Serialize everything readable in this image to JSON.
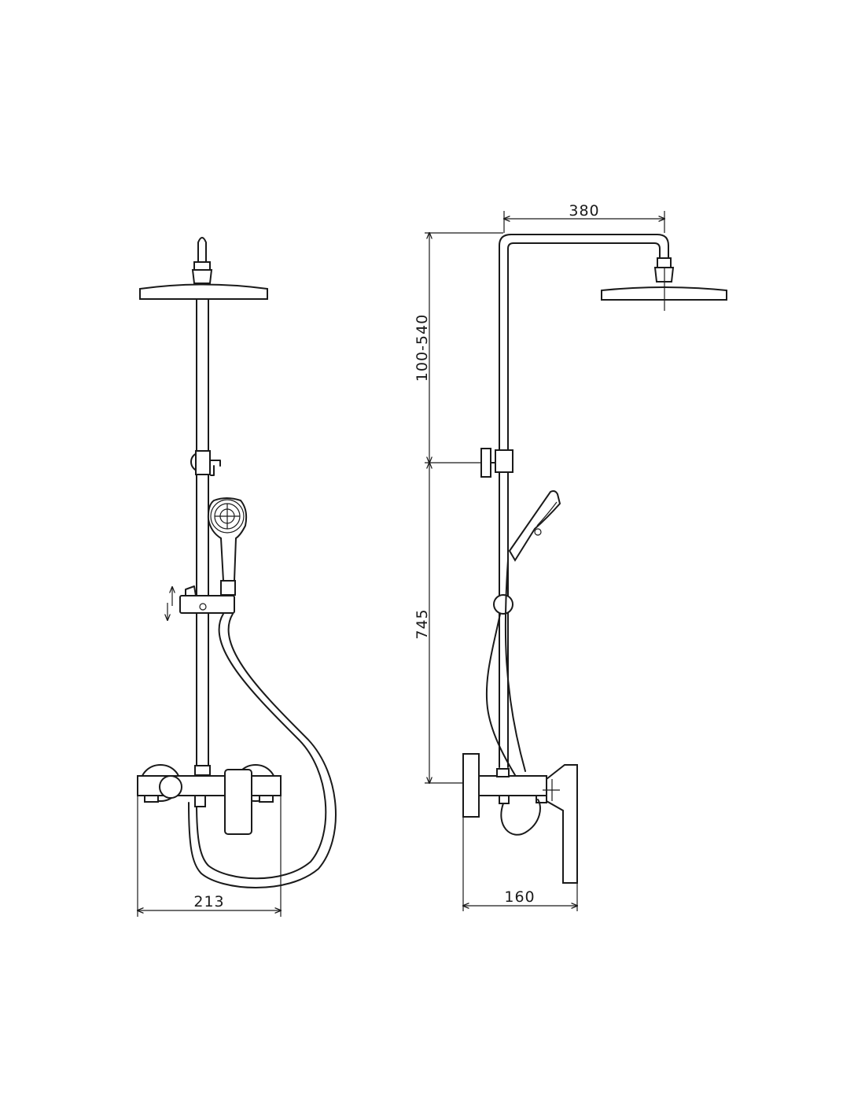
{
  "dimensions": {
    "rain_arm_length": "380",
    "height_adjust_range": "100-540",
    "bar_height": "745",
    "mixer_width_front": "213",
    "mixer_depth_side": "160"
  },
  "colors": {
    "line": "#1a1a1a",
    "background": "#ffffff"
  }
}
